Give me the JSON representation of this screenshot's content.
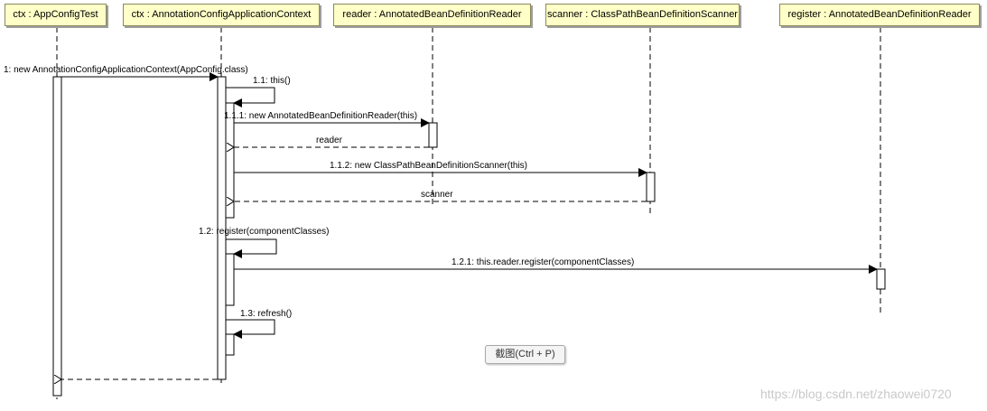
{
  "participants": [
    {
      "id": "p1",
      "label": "ctx : AppConfigTest"
    },
    {
      "id": "p2",
      "label": "ctx : AnnotationConfigApplicationContext"
    },
    {
      "id": "p3",
      "label": "reader : AnnotatedBeanDefinitionReader"
    },
    {
      "id": "p4",
      "label": "scanner : ClassPathBeanDefinitionScanner"
    },
    {
      "id": "p5",
      "label": "register : AnnotatedBeanDefinitionReader"
    }
  ],
  "messages": [
    {
      "id": "m1",
      "label": "1: new AnnotationConfigApplicationContext(AppConfig.class)",
      "kind": "call"
    },
    {
      "id": "m11",
      "label": "1.1: this()",
      "kind": "self"
    },
    {
      "id": "m111",
      "label": "1.1.1: new AnnotatedBeanDefinitionReader(this)",
      "kind": "call"
    },
    {
      "id": "r_reader",
      "label": "reader",
      "kind": "return"
    },
    {
      "id": "m112",
      "label": "1.1.2: new ClassPathBeanDefinitionScanner(this)",
      "kind": "call"
    },
    {
      "id": "r_scanner",
      "label": "scanner",
      "kind": "return"
    },
    {
      "id": "m12",
      "label": "1.2: register(componentClasses)",
      "kind": "self"
    },
    {
      "id": "m121",
      "label": "1.2.1: this.reader.register(componentClasses)",
      "kind": "call"
    },
    {
      "id": "m13",
      "label": "1.3: refresh()",
      "kind": "self"
    },
    {
      "id": "r_final",
      "label": "",
      "kind": "return"
    }
  ],
  "tooltip": "截图(Ctrl + P)",
  "watermark": "https://blog.csdn.net/zhaowei0720"
}
